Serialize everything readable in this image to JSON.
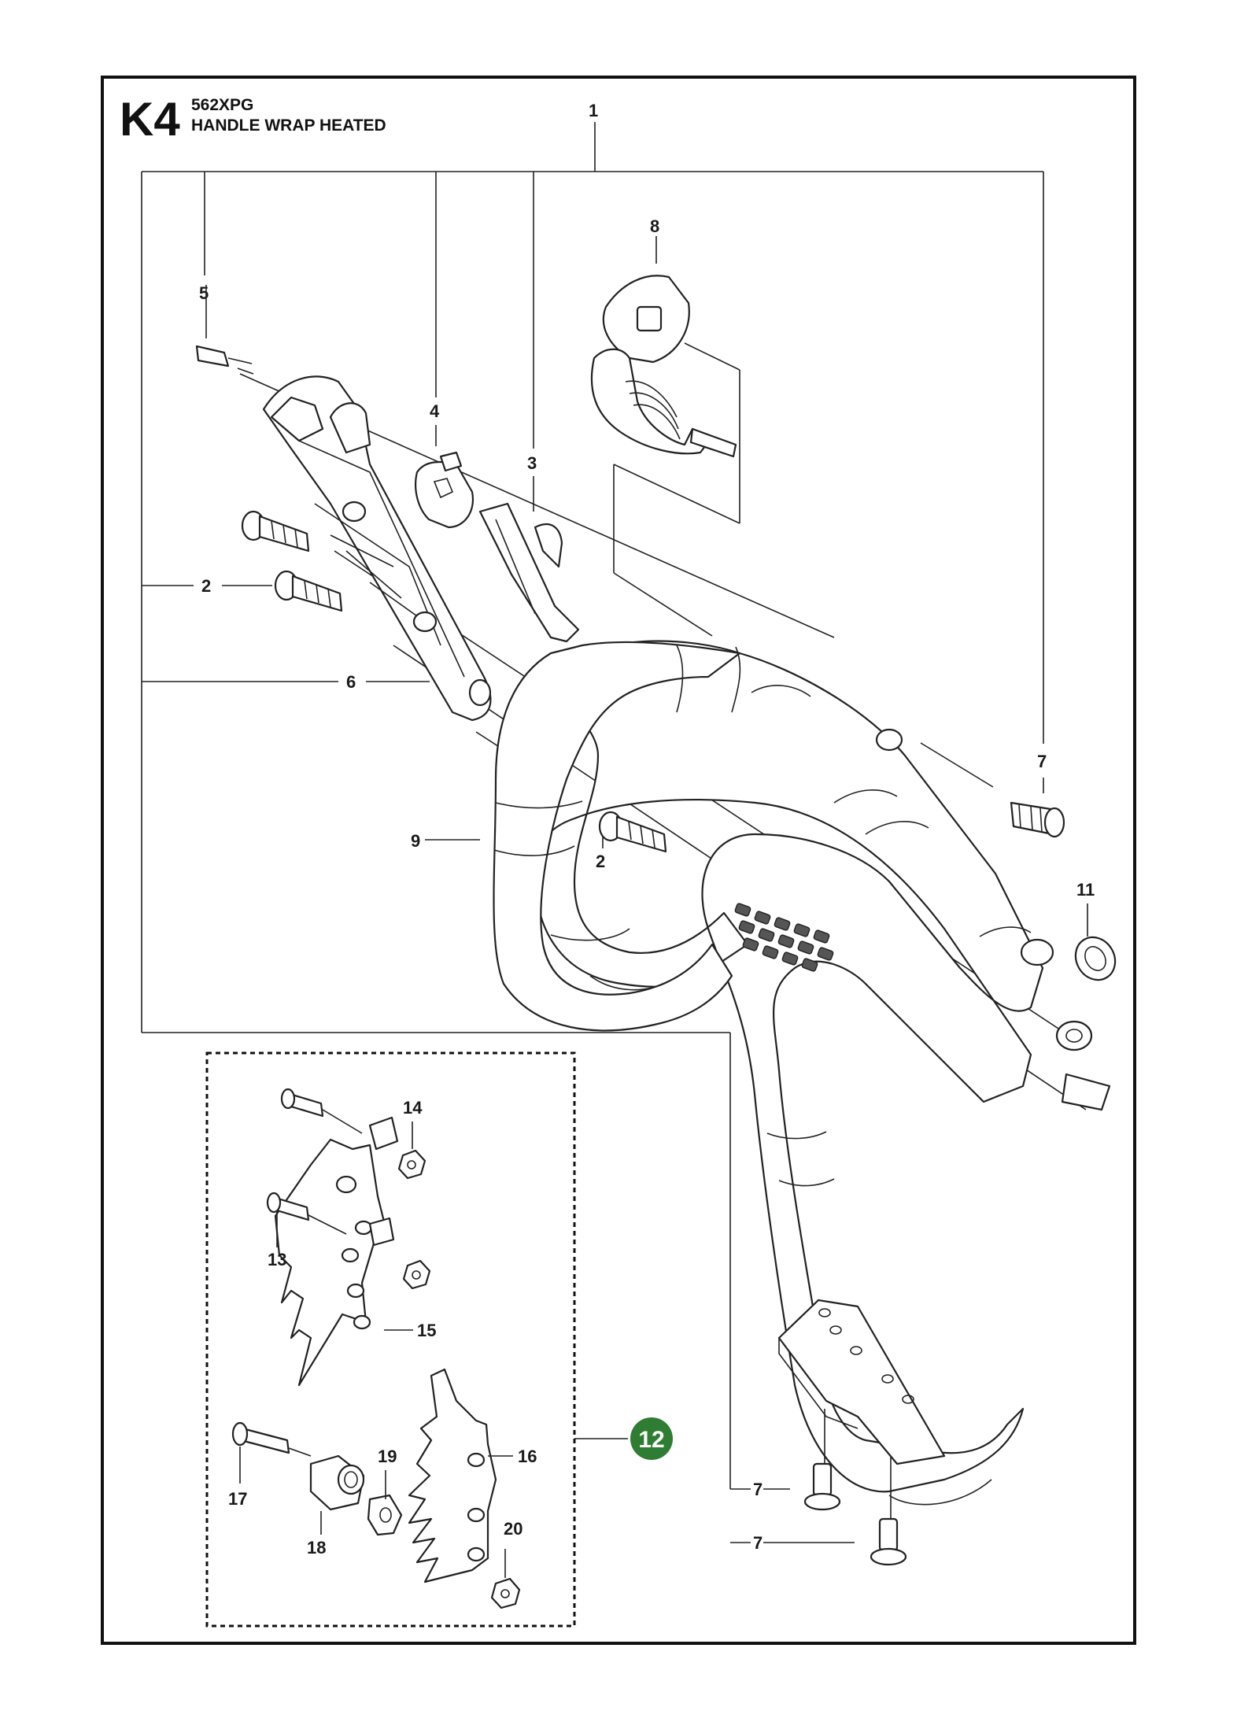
{
  "sheet": {
    "code": "K4",
    "model": "562XPG",
    "title": "HANDLE WRAP HEATED"
  },
  "callouts": [
    {
      "id": "1",
      "text": "1"
    },
    {
      "id": "2a",
      "text": "2"
    },
    {
      "id": "2b",
      "text": "2"
    },
    {
      "id": "3",
      "text": "3"
    },
    {
      "id": "4",
      "text": "4"
    },
    {
      "id": "5",
      "text": "5"
    },
    {
      "id": "6",
      "text": "6"
    },
    {
      "id": "7a",
      "text": "7"
    },
    {
      "id": "7b",
      "text": "7"
    },
    {
      "id": "7c",
      "text": "7"
    },
    {
      "id": "8",
      "text": "8"
    },
    {
      "id": "9",
      "text": "9"
    },
    {
      "id": "11",
      "text": "11"
    },
    {
      "id": "12",
      "text": "12"
    },
    {
      "id": "13",
      "text": "13"
    },
    {
      "id": "14",
      "text": "14"
    },
    {
      "id": "15",
      "text": "15"
    },
    {
      "id": "16",
      "text": "16"
    },
    {
      "id": "17",
      "text": "17"
    },
    {
      "id": "18",
      "text": "18"
    },
    {
      "id": "19",
      "text": "19"
    },
    {
      "id": "20",
      "text": "20"
    }
  ],
  "colors": {
    "badge": "#2e7d32",
    "frame": "#111111"
  }
}
